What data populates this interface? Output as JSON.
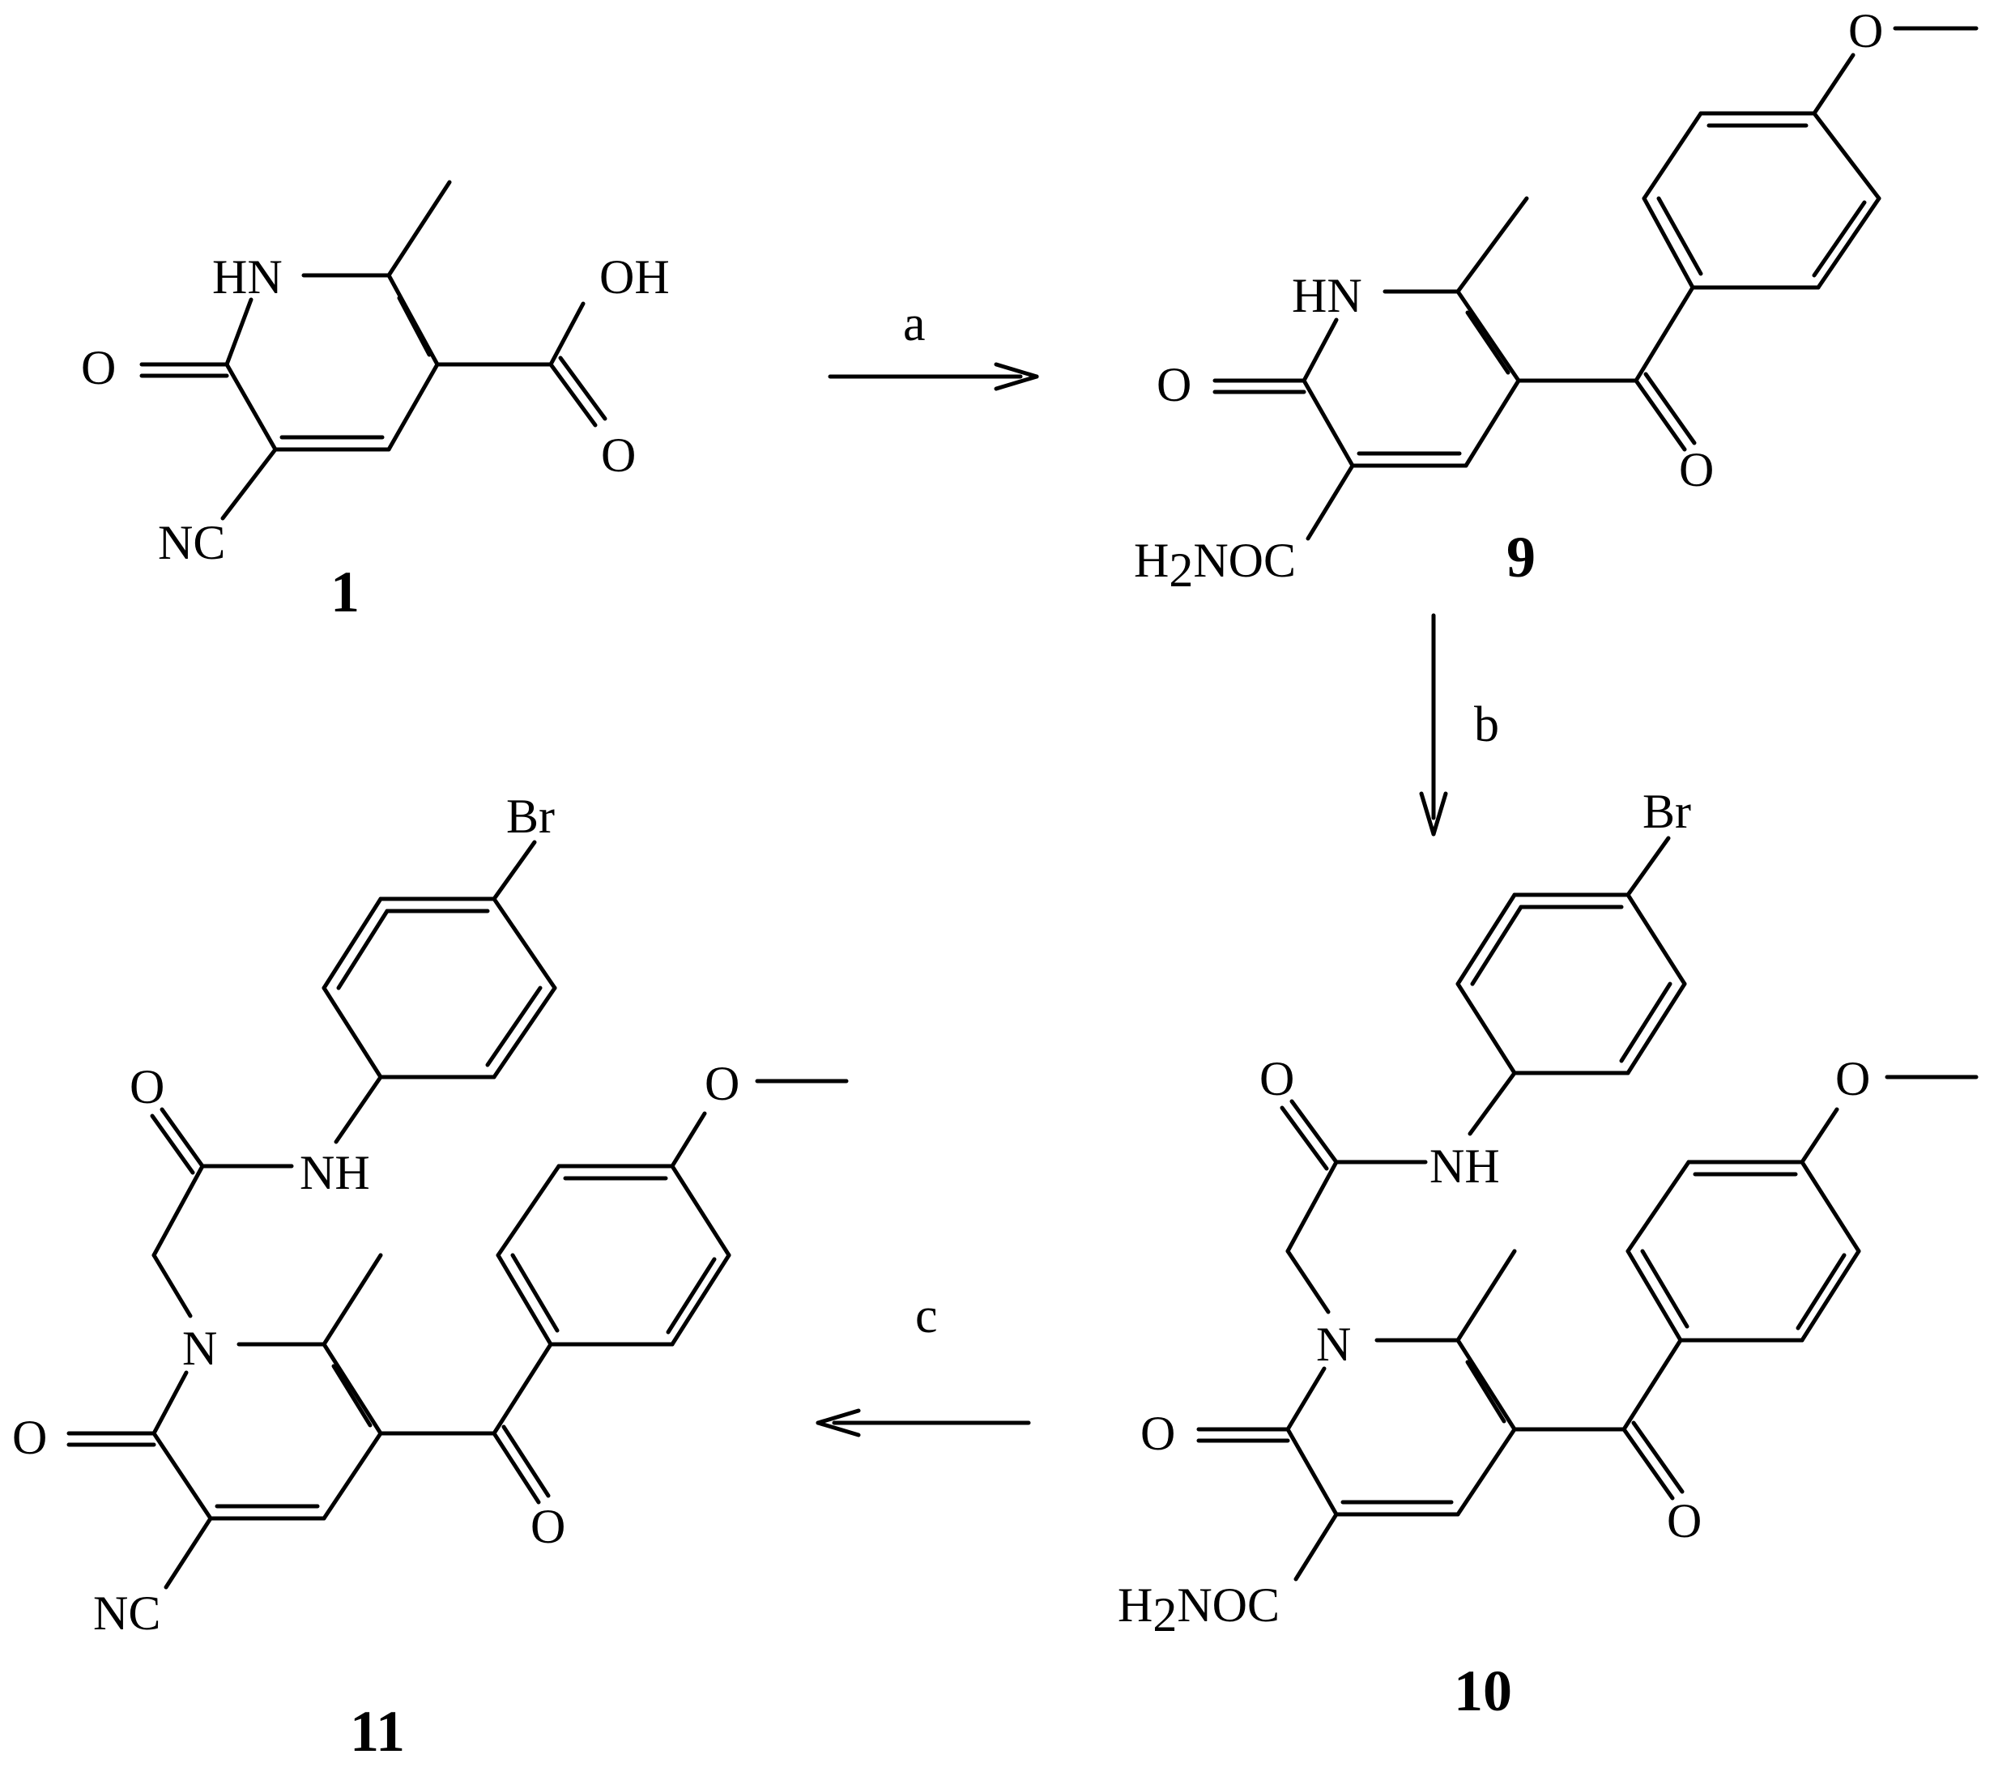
{
  "reaction_scheme": {
    "compounds": [
      {
        "label": "1"
      },
      {
        "label": "9"
      },
      {
        "label": "10"
      },
      {
        "label": "11"
      }
    ],
    "steps": [
      {
        "label": "a"
      },
      {
        "label": "b"
      },
      {
        "label": "c"
      }
    ],
    "atoms": {
      "HN": "HN",
      "O": "O",
      "OH": "OH",
      "NC": "NC",
      "H": "H",
      "two": "2",
      "NOC": "NOC",
      "Br": "Br",
      "NH": "NH",
      "N": "N"
    }
  }
}
